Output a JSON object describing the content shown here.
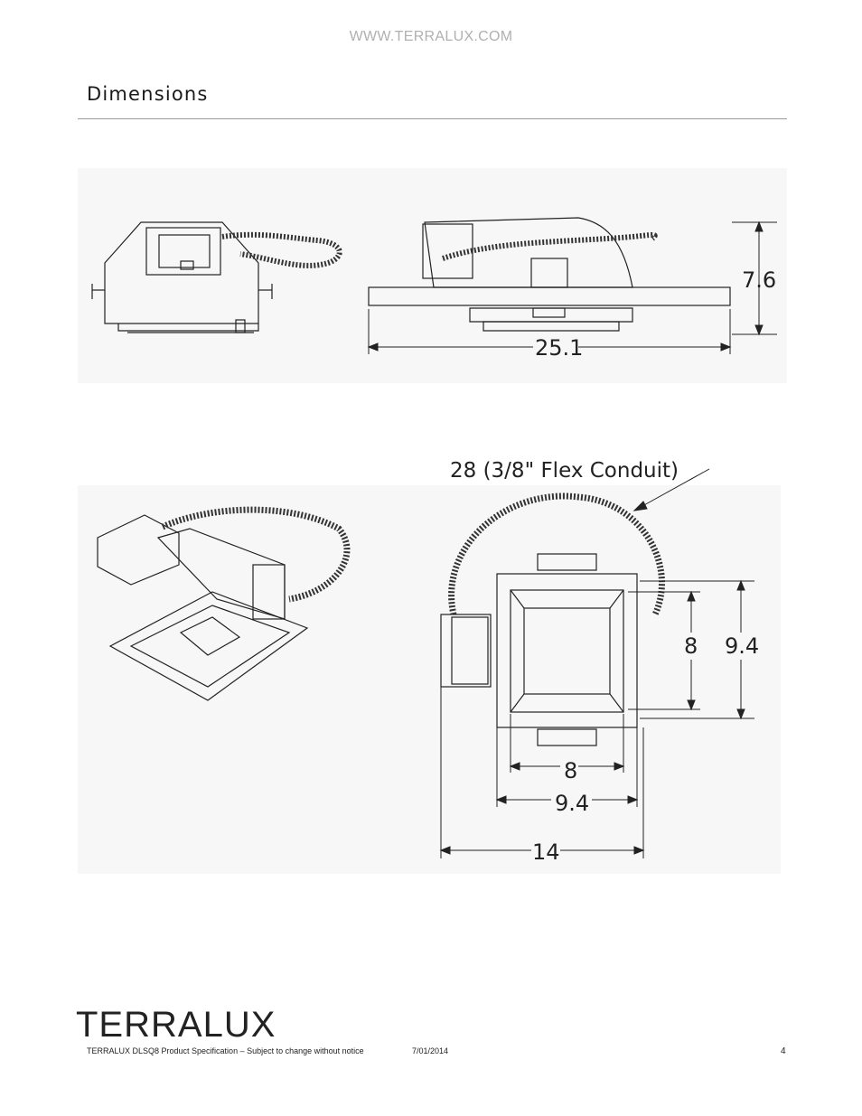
{
  "header": {
    "url": "WWW.TERRALUX.COM"
  },
  "section": {
    "title": "Dimensions"
  },
  "drawing_top": {
    "height": "7.6",
    "width": "25.1"
  },
  "drawing_bottom": {
    "conduit": "28 (3/8\" Flex Conduit)",
    "inner_vertical": "8",
    "outer_vertical": "9.4",
    "inner_horizontal": "8",
    "outer_horizontal": "9.4",
    "overall_width": "14"
  },
  "footer": {
    "logo": "TERRALUX",
    "spec_note": "TERRALUX DLSQ8 Product Specification – Subject to change without notice",
    "date": "7/01/2014",
    "page": "4"
  }
}
